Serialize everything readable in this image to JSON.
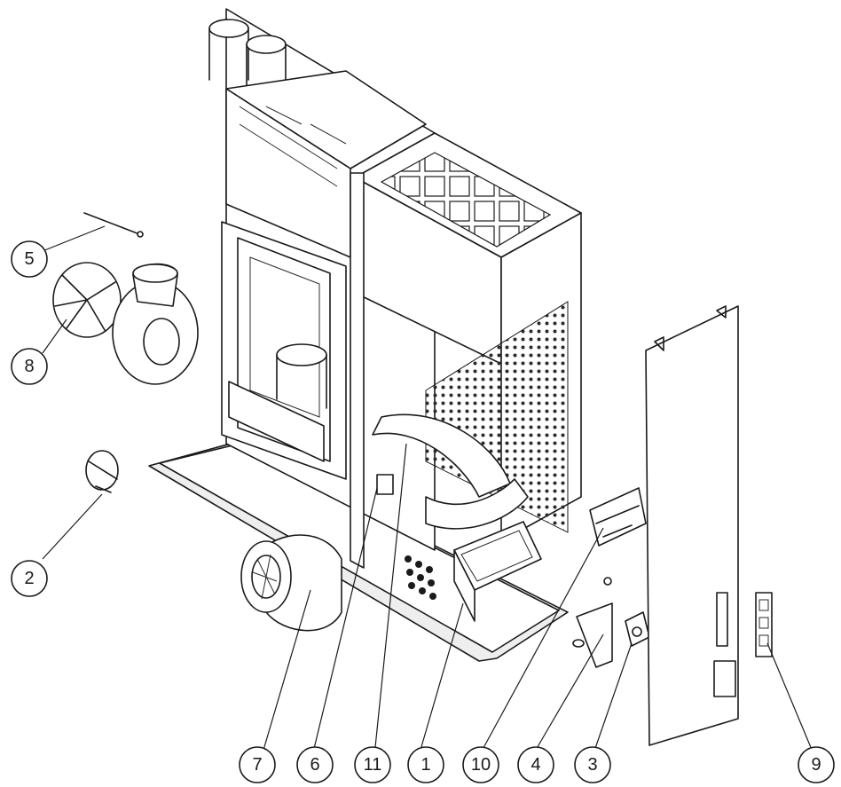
{
  "callouts": [
    {
      "id": "5",
      "label": "5"
    },
    {
      "id": "8",
      "label": "8"
    },
    {
      "id": "2",
      "label": "2"
    },
    {
      "id": "7",
      "label": "7"
    },
    {
      "id": "6",
      "label": "6"
    },
    {
      "id": "11",
      "label": "11"
    },
    {
      "id": "1",
      "label": "1"
    },
    {
      "id": "10",
      "label": "10"
    },
    {
      "id": "4",
      "label": "4"
    },
    {
      "id": "3",
      "label": "3"
    },
    {
      "id": "9",
      "label": "9"
    }
  ]
}
